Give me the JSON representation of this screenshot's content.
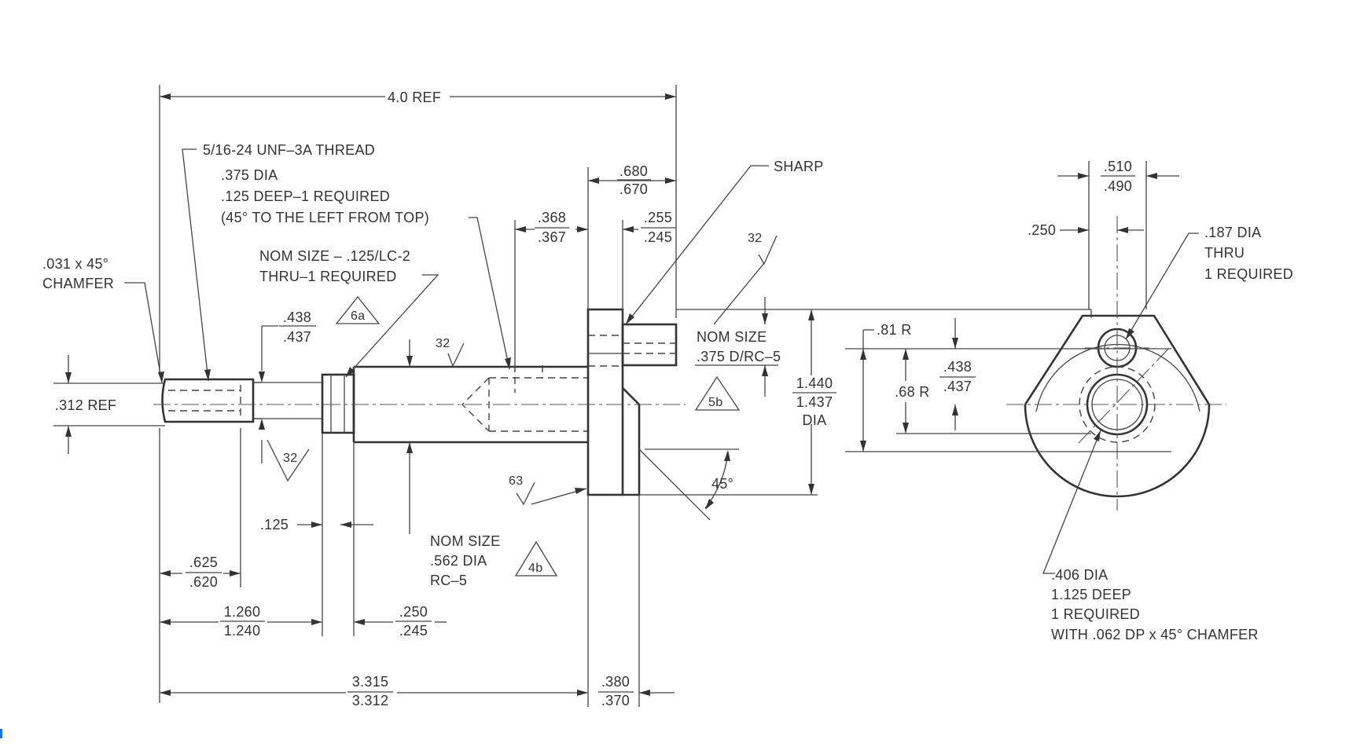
{
  "callouts": {
    "ref_length": "4.0 REF",
    "thread": {
      "line1": "5/16-24 UNF–3A THREAD",
      "line2": ".375 DIA",
      "line3": ".125 DEEP–1 REQUIRED",
      "line4": "(45° TO THE LEFT FROM TOP)"
    },
    "chamfer": {
      "line1": ".031 x 45°",
      "line2": "CHAMFER"
    },
    "nom_hole": {
      "line1": "NOM SIZE – .125/LC-2",
      "line2": "THRU–1 REQUIRED"
    },
    "sharp": "SHARP",
    "nom_shaft": {
      "line1": "NOM SIZE",
      "line2": ".562 DIA",
      "line3": "RC–5"
    },
    "nom_pin": {
      "line1": "NOM SIZE",
      "line2": ".375 D/RC–5"
    },
    "hole_187": {
      "line1": ".187 DIA",
      "line2": "THRU",
      "line3": "1 REQUIRED"
    },
    "hole_406": {
      "line1": ".406 DIA",
      "line2": "1.125 DEEP",
      "line3": "1 REQUIRED",
      "line4": "WITH .062 DP x 45° CHAMFER"
    }
  },
  "dims": {
    "d680": ".680",
    "d670": ".670",
    "d368": ".368",
    "d367": ".367",
    "d255": ".255",
    "d245a": ".245",
    "d438a": ".438",
    "d437a": ".437",
    "d312ref": ".312 REF",
    "d125": ".125",
    "d625": ".625",
    "d620": ".620",
    "d1260": "1.260",
    "d1240": "1.240",
    "d250a": ".250",
    "d245b": ".245",
    "d3315": "3.315",
    "d3312": "3.312",
    "d380": ".380",
    "d370": ".370",
    "d1440": "1.440",
    "d1437": "1.437",
    "dia": "DIA",
    "r81": ".81 R",
    "r68": ".68 R",
    "d438b": ".438",
    "d437b": ".437",
    "d510": ".510",
    "d490": ".490",
    "d250b": ".250",
    "angle45": "45°"
  },
  "finish": {
    "f1": "32",
    "f2": "32",
    "f3": "32",
    "f4": "63"
  },
  "notes": {
    "n6a": "6a",
    "n5b": "5b",
    "n4b": "4b"
  }
}
